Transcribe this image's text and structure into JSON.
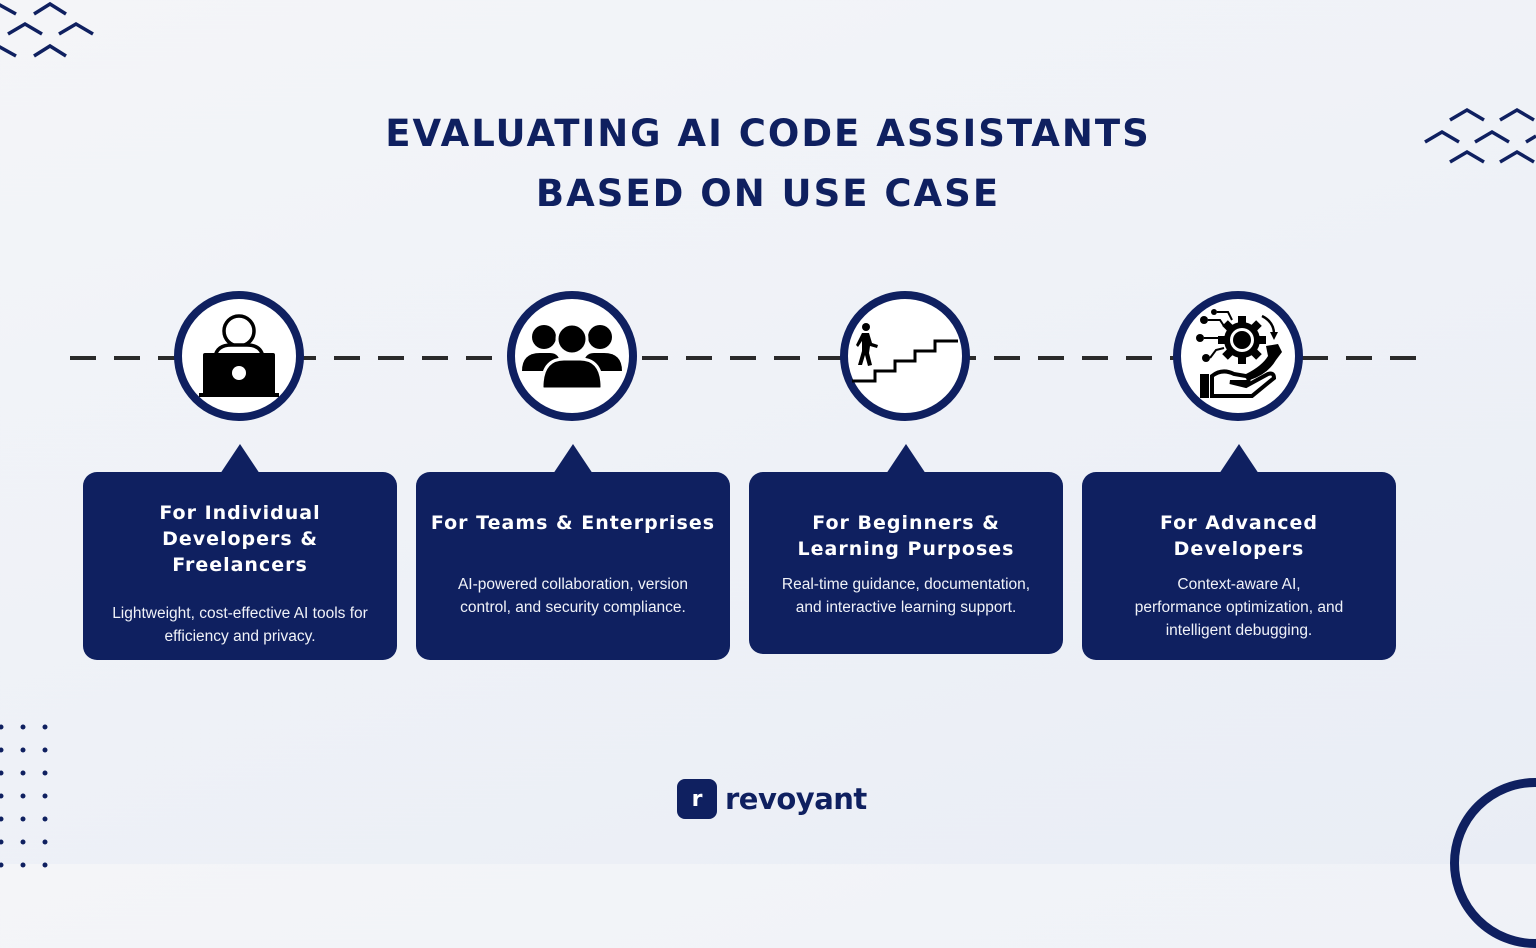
{
  "title": {
    "line1": "EVALUATING AI CODE ASSISTANTS",
    "line2": "BASED ON USE CASE"
  },
  "colors": {
    "primary": "#0f2060",
    "background": "#eef1f7",
    "card_text": "#ffffff",
    "timeline": "#2a2a2a"
  },
  "use_cases": [
    {
      "icon": "person-laptop-icon",
      "heading": "For Individual Developers & Freelancers",
      "description": "Lightweight, cost-effective AI tools for efficiency and privacy."
    },
    {
      "icon": "team-group-icon",
      "heading": "For Teams & Enterprises",
      "description": "AI-powered collaboration, version control, and security compliance."
    },
    {
      "icon": "person-climbing-stairs-icon",
      "heading": "For Beginners & Learning Purposes",
      "description": "Real-time guidance, documentation, and interactive learning support."
    },
    {
      "icon": "gear-wrench-hand-icon",
      "heading": "For Advanced Developers",
      "description": "Context-aware AI, performance optimization, and intelligent debugging."
    }
  ],
  "logo": {
    "mark": "r",
    "name": "revoyant"
  }
}
